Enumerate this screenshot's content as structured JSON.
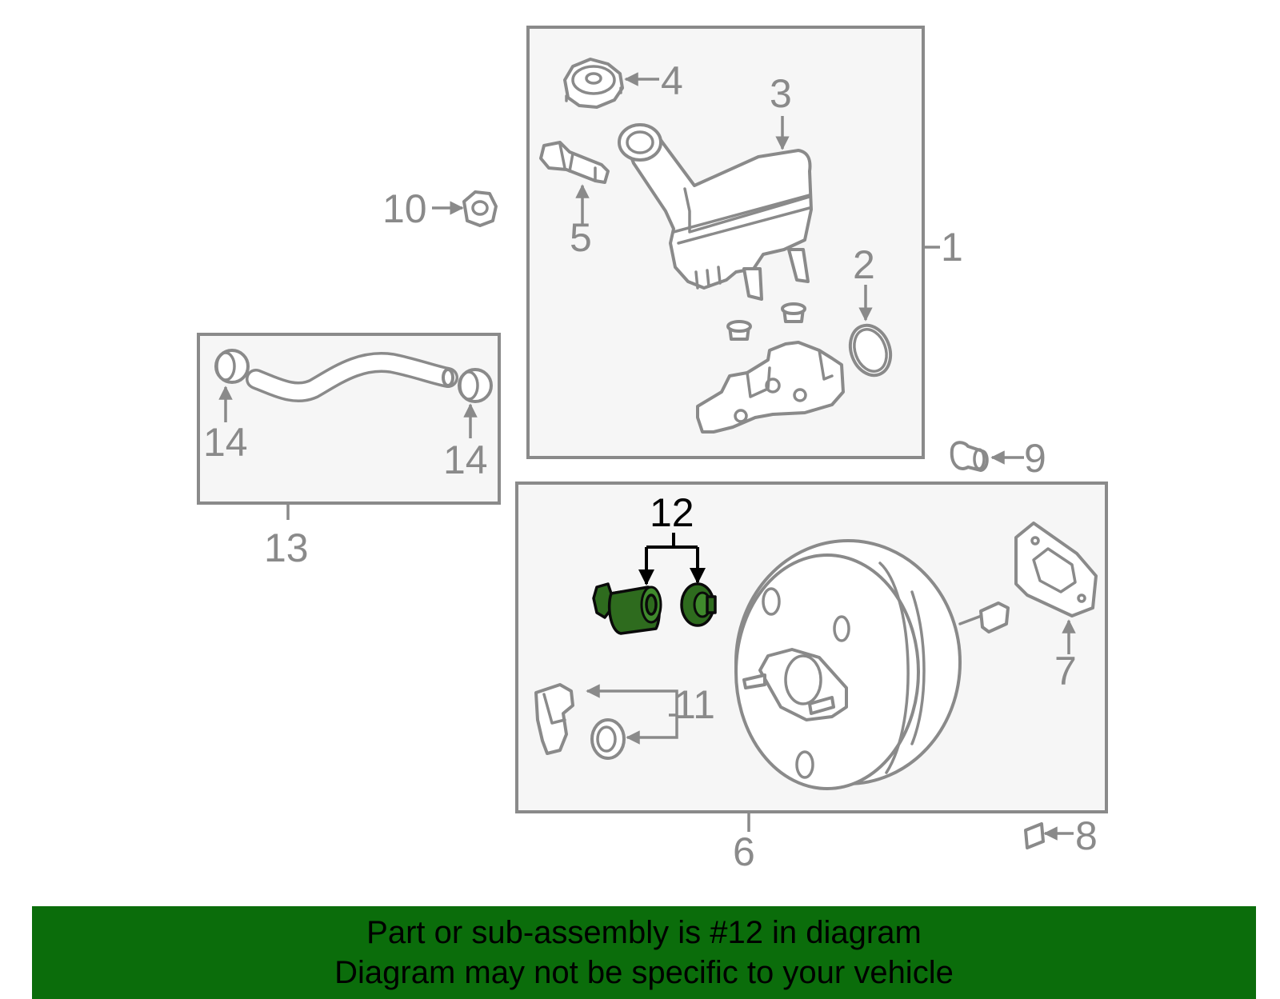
{
  "colors": {
    "highlight_part": "#2e6b1e",
    "banner_bg": "#0b6d0b",
    "line_gray": "#8a8a8a",
    "box_fill": "#f6f6f6"
  },
  "callouts": {
    "c1": "1",
    "c2": "2",
    "c3": "3",
    "c4": "4",
    "c5": "5",
    "c6": "6",
    "c7": "7",
    "c8": "8",
    "c9": "9",
    "c10": "10",
    "c11": "11",
    "c12": "12",
    "c13": "13",
    "c14a": "14",
    "c14b": "14"
  },
  "banner": {
    "line1": "Part or sub-assembly is #12 in diagram",
    "line2": "Diagram may not be specific to your vehicle"
  }
}
